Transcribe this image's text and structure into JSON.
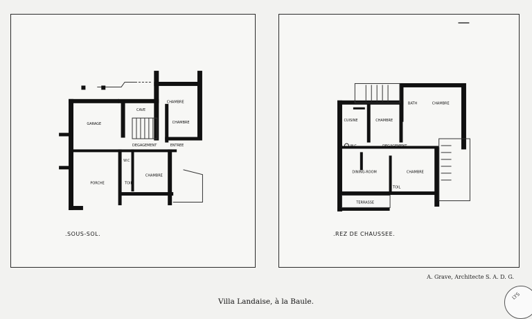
{
  "title": "Villa Landaise, à la Baule.",
  "architect": "A. Grave, Architecte S. A. D. G.",
  "stamp_text": "LYS",
  "plans": [
    {
      "caption": ".SOUS-SOL.",
      "rooms": {
        "garage": "GARAGE",
        "cave": "CAVE",
        "chambre_top": "CHAMBRE",
        "chambre_mid": "CHAMBRE",
        "degagement": "DEGAGEMENT",
        "entree": "ENTREE",
        "porche": "PORCHE",
        "wc": "W.C",
        "toil": "TOIL",
        "chambre_bottom": "CHAMBRE"
      }
    },
    {
      "caption": ".REZ DE CHAUSSEE.",
      "rooms": {
        "cuisine": "CUISINE",
        "chambre_top": "CHAMBRE",
        "bath": "BATH",
        "chambre_right": "CHAMBRE",
        "wc": "W.C",
        "degagement": "DEGAGEMENT",
        "dining": "DINING-ROOM",
        "chambre_bottom": "CHAMBRE",
        "toil": "TOIL",
        "terrasse": "TERRASSE"
      }
    }
  ]
}
